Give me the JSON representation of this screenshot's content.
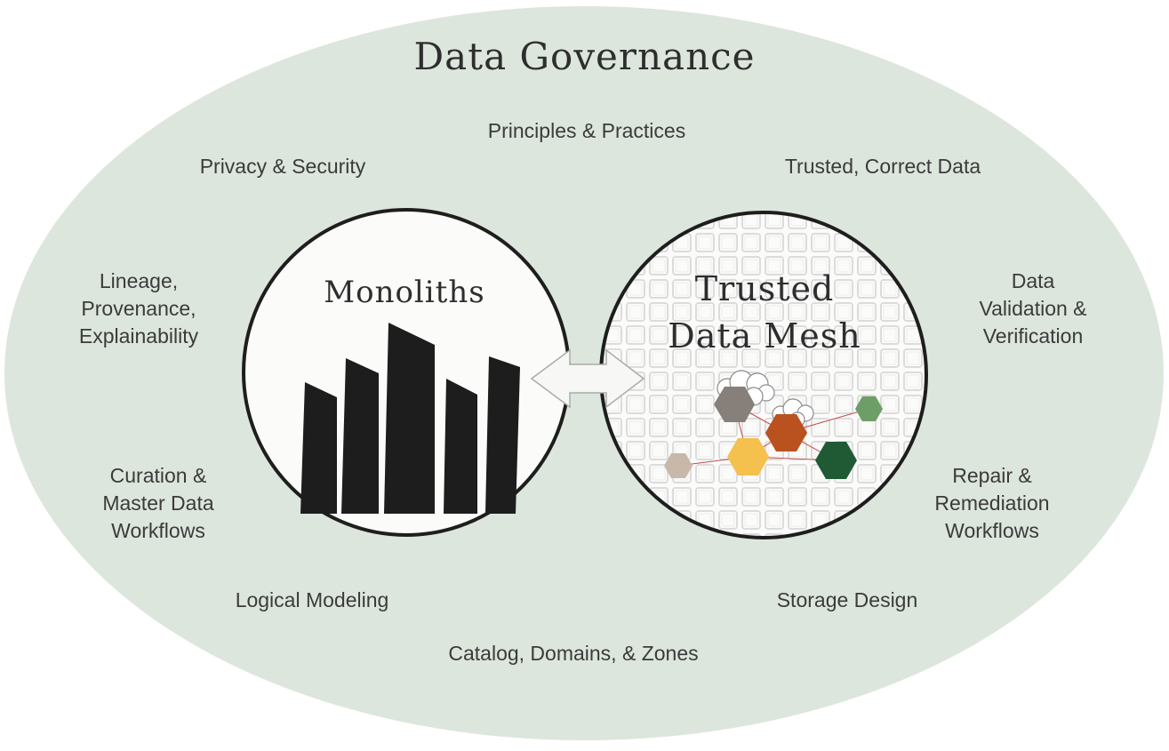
{
  "title": "Data Governance",
  "topics": {
    "principles": "Principles & Practices",
    "privacy": "Privacy & Security",
    "trusted_correct": "Trusted, Correct Data",
    "lineage": [
      "Lineage,",
      "Provenance,",
      "Explainability"
    ],
    "validation": [
      "Data",
      "Validation &",
      "Verification"
    ],
    "curation": [
      "Curation &",
      "Master Data",
      "Workflows"
    ],
    "repair": [
      "Repair &",
      "Remediation",
      "Workflows"
    ],
    "logical_modeling": "Logical Modeling",
    "storage_design": "Storage Design",
    "catalog": "Catalog, Domains, & Zones"
  },
  "monoliths": {
    "label": "Monoliths"
  },
  "mesh": {
    "label_line1": "Trusted",
    "label_line2": "Data Mesh"
  },
  "colors": {
    "ellipse_fill": "#dde6dc",
    "building": "#1d1d1d",
    "hex_gray": "#877f79",
    "hex_orange": "#b9521f",
    "hex_yellow": "#f4c04e",
    "hex_dark_green": "#1f5a35",
    "hex_light_green": "#6e9e68",
    "hex_tan": "#c8b8aa",
    "link_line": "#c0504d"
  }
}
